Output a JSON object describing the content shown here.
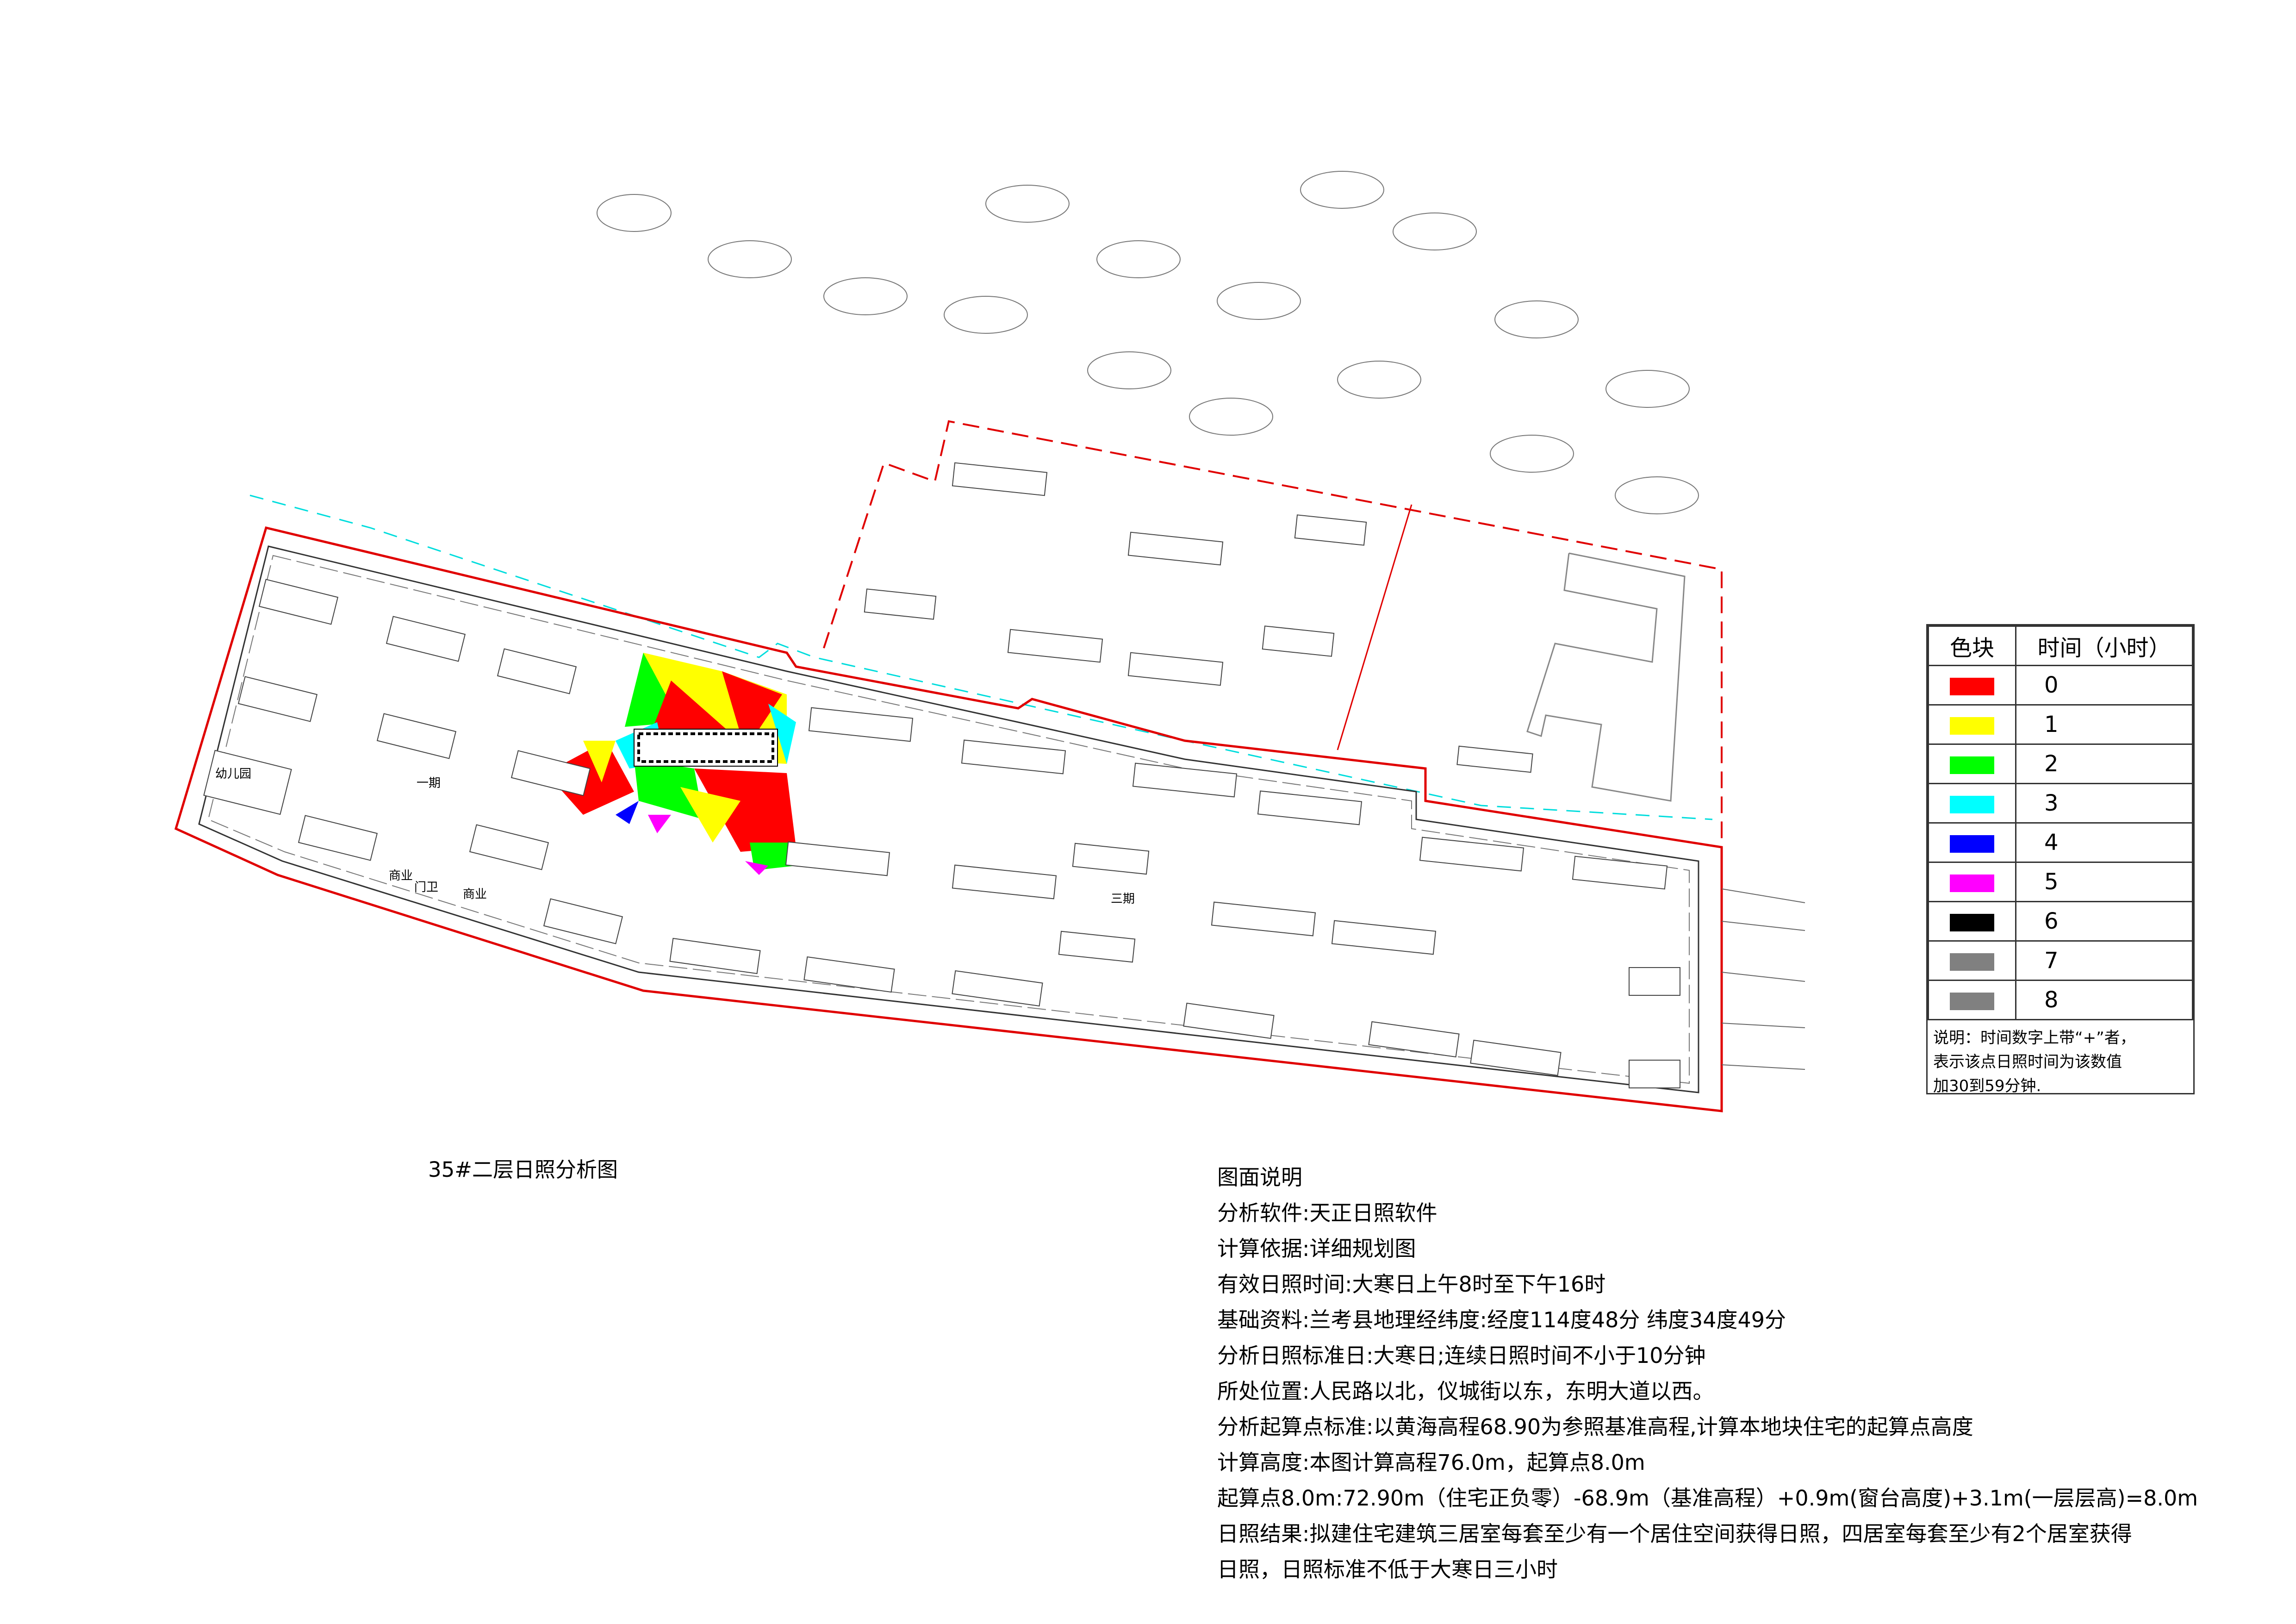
{
  "caption": "35#二层日照分析图",
  "site_labels": {
    "phase1": "一期",
    "phase3": "三期",
    "kindergarten": "幼儿园",
    "commercial_a": "商业",
    "commercial_b": "商业",
    "gate": "门卫"
  },
  "legend": {
    "header_color": "色块",
    "header_time": "时间（小时）",
    "rows": [
      {
        "color": "#ff0000",
        "hours": "0"
      },
      {
        "color": "#ffff00",
        "hours": "1"
      },
      {
        "color": "#00ff00",
        "hours": "2"
      },
      {
        "color": "#00ffff",
        "hours": "3"
      },
      {
        "color": "#0000ff",
        "hours": "4"
      },
      {
        "color": "#ff00ff",
        "hours": "5"
      },
      {
        "color": "#000000",
        "hours": "6"
      },
      {
        "color": "#808080",
        "hours": "7"
      },
      {
        "color": "#808080",
        "hours": "8"
      }
    ],
    "note_1": "说明：时间数字上带“+”者，",
    "note_2": "表示该点日照时间为该数值",
    "note_3": "加30到59分钟."
  },
  "notes": {
    "title": "图面说明",
    "lines": [
      "分析软件:天正日照软件",
      "计算依据:详细规划图",
      "有效日照时间:大寒日上午8时至下午16时",
      "基础资料:兰考县地理经纬度:经度114度48分    纬度34度49分",
      "分析日照标准日:大寒日;连续日照时间不小于10分钟",
      "所处位置:人民路以北，仪城街以东，东明大道以西。",
      "分析起算点标准:以黄海高程68.90为参照基准高程,计算本地块住宅的起算点高度",
      "计算高度:本图计算高程76.0m，起算点8.0m",
      "起算点8.0m:72.90m（住宅正负零）-68.9m（基准高程）+0.9m(窗台高度)+3.1m(一层层高)=8.0m",
      "日照结果:拟建住宅建筑三居室每套至少有一个居住空间获得日照，四居室每套至少有2个居室获得",
      "日照，日照标准不低于大寒日三小时"
    ]
  }
}
